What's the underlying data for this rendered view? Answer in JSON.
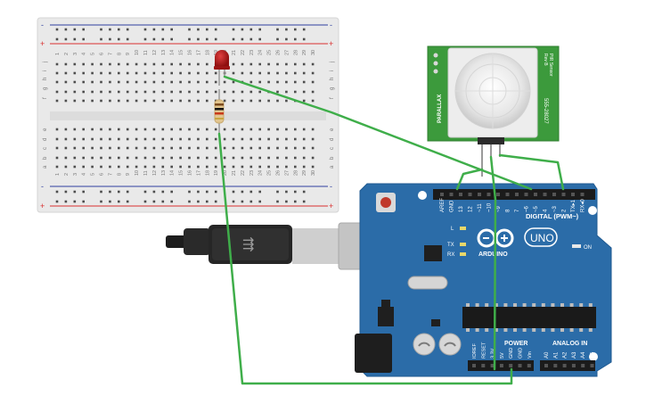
{
  "breadboard": {
    "column_numbers": [
      "1",
      "2",
      "3",
      "4",
      "5",
      "6",
      "7",
      "8",
      "9",
      "10",
      "11",
      "12",
      "13",
      "14",
      "15",
      "16",
      "17",
      "18",
      "19",
      "20",
      "21",
      "22",
      "23",
      "24",
      "25",
      "26",
      "27",
      "28",
      "29",
      "30"
    ],
    "row_letters_top": [
      "j",
      "i",
      "h",
      "g",
      "f"
    ],
    "row_letters_bottom": [
      "e",
      "d",
      "c",
      "b",
      "a"
    ],
    "rail_plus": "+",
    "rail_minus": "-"
  },
  "pir_sensor": {
    "brand": "PARALLAX",
    "part_number": "555-28027",
    "title": "PIR Sensor",
    "revision": "Rev B"
  },
  "arduino": {
    "logo": "ARDUINO",
    "model": "UNO",
    "digital_label": "DIGITAL (PWM~)",
    "power_label": "POWER",
    "analog_label": "ANALOG IN",
    "on_label": "ON",
    "led_labels": [
      "L",
      "TX",
      "RX"
    ],
    "digital_pins": [
      "AREF",
      "GND",
      "13",
      "12",
      "~11",
      "~10",
      "~9",
      "8",
      "7",
      "~6",
      "~5",
      "4",
      "~3",
      "2",
      "TX▸1",
      "RX◂0"
    ],
    "power_pins": [
      "IOREF",
      "RESET",
      "3.3V",
      "5V",
      "GND",
      "GND",
      "Vin"
    ],
    "analog_pins": [
      "A0",
      "A1",
      "A2",
      "A3",
      "A4",
      "A5"
    ]
  },
  "colors": {
    "wire": "#3fae4a",
    "board_blue": "#2b6ca8",
    "breadboard": "#e8e8e8",
    "pir_pcb": "#3c9a3c",
    "led_red": "#b31818"
  }
}
